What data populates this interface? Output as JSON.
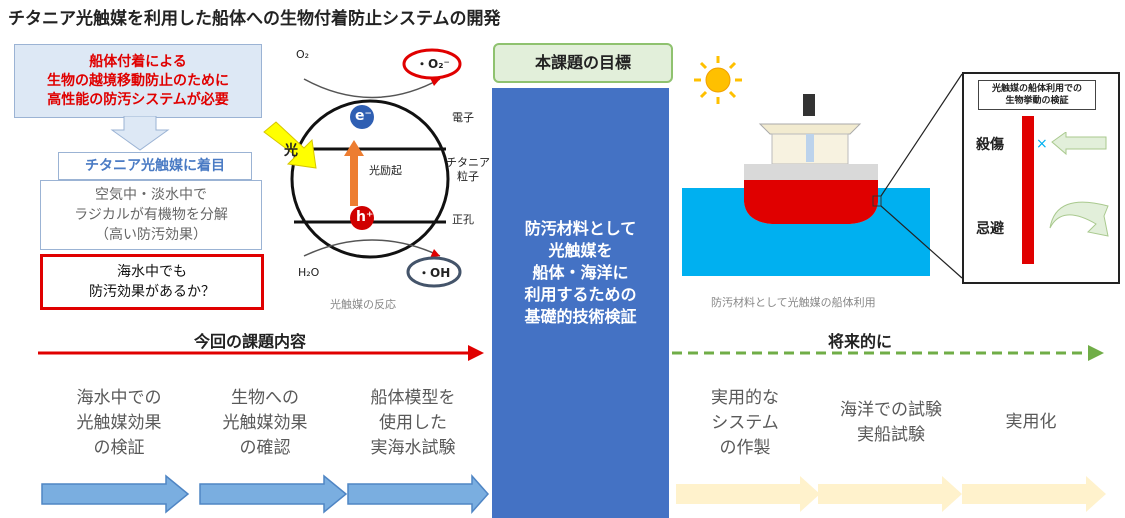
{
  "title": "チタニア光触媒を利用した船体への生物付着防止システムの開発",
  "need_box": [
    "船体付着による",
    "生物の越境移動防止のために",
    "高性能の防汚システムが必要"
  ],
  "focus_box": "チタニア光触媒に着目",
  "property_box": [
    "空気中・淡水中で",
    "ラジカルが有機物を分解",
    "（高い防汚効果）"
  ],
  "question_box": [
    "海水中でも",
    "防汚効果があるか？"
  ],
  "reaction": {
    "o2": "O₂",
    "superoxide": "・O₂⁻",
    "electron": "e⁻",
    "hole": "h⁺",
    "light": "光",
    "excitation": "光励起",
    "label_electron": "電子",
    "label_titania": [
      "チタニア",
      "粒子"
    ],
    "label_hole": "正孔",
    "h2o": "H₂O",
    "hydroxyl": "・OH",
    "caption": "光触媒の反応"
  },
  "goal": {
    "header": "本課題の目標",
    "lines": [
      "防汚材料として",
      "光触媒を",
      "船体・海洋に",
      "利用するための",
      "基礎的技術検証"
    ]
  },
  "ship": {
    "caption": "防汚材料として光触媒の船体利用",
    "inset_title": [
      "光触媒の船体利用での",
      "生物挙動の検証"
    ],
    "kill": "殺傷",
    "avoid": "忌避"
  },
  "current": {
    "label": "今回の課題内容",
    "steps": [
      [
        "海水中での",
        "光触媒効果",
        "の検証"
      ],
      [
        "生物への",
        "光触媒効果",
        "の確認"
      ],
      [
        "船体模型を",
        "使用した",
        "実海水試験"
      ]
    ]
  },
  "future": {
    "label": "将来的に",
    "steps": [
      [
        "実用的な",
        "システム",
        "の作製"
      ],
      [
        "海洋での試験",
        "実船試験"
      ],
      [
        "実用化"
      ]
    ]
  },
  "colors": {
    "red": "#e00000",
    "blue": "#4472c4",
    "green": "#70ad47",
    "light_blue": "#00b0f0",
    "cream": "#fff2cc"
  }
}
